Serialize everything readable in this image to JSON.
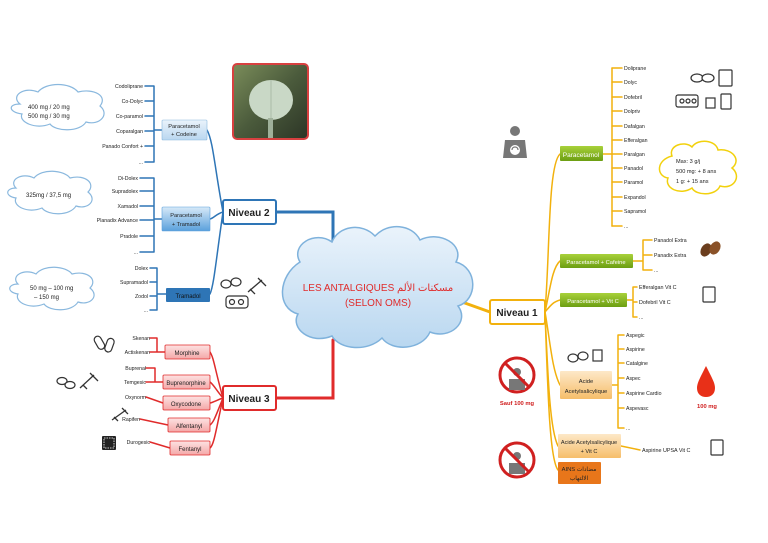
{
  "center": {
    "line1": "LES ANTALGIQUES مسكنات الألم",
    "line2": "(SELON OMS)"
  },
  "n1": {
    "title": "Niveau 1",
    "paracetamol": {
      "label": "Paracetamol",
      "items": [
        "Doliprane",
        "Dolyc",
        "Dofebril",
        "Dolpriv",
        "Dafalgan",
        "Efferalgan",
        "Paralgan",
        "Panadol",
        "Paramol",
        "Expandol",
        "Sapramol",
        "..."
      ],
      "dose": [
        "Max: 3 g/j",
        "500 mg: + 8 ans",
        "1 g: + 15 ans"
      ]
    },
    "cafeine": {
      "label": "Paracetamol + Cafeine",
      "items": [
        "Panadol Extra",
        "Panadix Extra",
        "..."
      ]
    },
    "vitc": {
      "label": "Paracetamol + Vit C",
      "items": [
        "Efferalgan Vit C",
        "Dofebril Vit C",
        "..."
      ]
    },
    "acide": {
      "label1": "Acide",
      "label2": "Acetylsalicylique",
      "items": [
        "Aspegic",
        "Aspirine",
        "Catalgine",
        "Aspec",
        "Aspirine Cardio",
        "Aspevasc",
        "..."
      ],
      "dose": "100 mg"
    },
    "acidevitc": {
      "label1": "Acide Acetylsalicylique",
      "label2": "+ Vit C",
      "item": "Aspirine UPSA Vit C"
    },
    "ains": {
      "line1": "AINS مضادات",
      "line2": "الالتهاب"
    },
    "sauf": "Sauf 100 mg"
  },
  "n2": {
    "title": "Niveau 2",
    "codeine": {
      "label1": "Paracetamol",
      "label2": "+ Codeine",
      "items": [
        "Codoliprane",
        "Co-Dolyc",
        "Co-paramol",
        "Coparalgan",
        "Panado Confort +",
        "..."
      ],
      "dose": [
        "400 mg / 20 mg",
        "500 mg / 30 mg"
      ]
    },
    "tramadol": {
      "label1": "Paracetamol",
      "label2": "+ Tramadol",
      "items": [
        "Di-Dolex",
        "Supradolex",
        "Xamadol",
        "Planadix Advance",
        "Pradole",
        "..."
      ],
      "dose": [
        "325mg / 37,5 mg"
      ]
    },
    "tramadolseul": {
      "label": "Tramadol",
      "items": [
        "Dolex",
        "Supramadol",
        "Zodol",
        "..."
      ],
      "dose": [
        "50 mg – 100 mg",
        "– 150 mg"
      ]
    }
  },
  "n3": {
    "title": "Niveau 3",
    "morphine": {
      "label": "Morphine",
      "items": [
        "Skenan",
        "Actiskenan"
      ]
    },
    "bupre": {
      "label": "Buprenorphine",
      "items": [
        "Buprenal",
        "Temgesic"
      ]
    },
    "oxy": {
      "label": "Oxycodone",
      "items": [
        "Oxynorm"
      ]
    },
    "alfentanyl": {
      "label": "Alfentanyl",
      "items": [
        "Rapifen"
      ]
    },
    "fentanyl": {
      "label": "Fentanyl",
      "items": [
        "Durogesic"
      ]
    }
  },
  "colors": {
    "n1": "#f2b10d",
    "n2": "#2e75b6",
    "n3": "#e02b2b",
    "green": "#92c020",
    "orange": "#f0a030",
    "cloud": "#cfe6f7"
  },
  "icons": [
    "pregnant-woman-icon",
    "forbidden-pregnancy-icon",
    "pills-icon",
    "syringe-icon",
    "coffee-bean-icon",
    "blood-drop-icon",
    "patch-icon",
    "poppy-photo"
  ]
}
